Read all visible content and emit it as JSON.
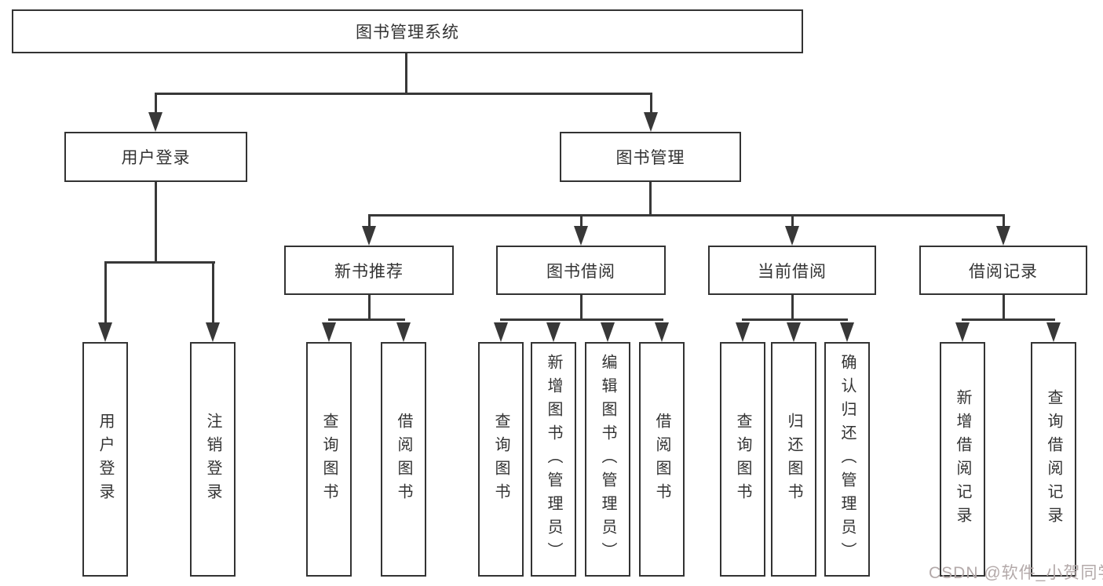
{
  "tree": {
    "label": "图书管理系统",
    "children": [
      {
        "label": "用户登录",
        "children": [
          {
            "label": "用户登录"
          },
          {
            "label": "注销登录"
          }
        ]
      },
      {
        "label": "图书管理",
        "children": [
          {
            "label": "新书推荐",
            "children": [
              {
                "label": "查询图书"
              },
              {
                "label": "借阅图书"
              }
            ]
          },
          {
            "label": "图书借阅",
            "children": [
              {
                "label": "查询图书"
              },
              {
                "label": "新增图书（管理员）"
              },
              {
                "label": "编辑图书（管理员）"
              },
              {
                "label": "借阅图书"
              }
            ]
          },
          {
            "label": "当前借阅",
            "children": [
              {
                "label": "查询图书"
              },
              {
                "label": "归还图书"
              },
              {
                "label": "确认归还（管理员）"
              }
            ]
          },
          {
            "label": "借阅记录",
            "children": [
              {
                "label": "新增借阅记录"
              },
              {
                "label": "查询借阅记录"
              }
            ]
          }
        ]
      }
    ]
  },
  "watermark": "CSDN @软件_小贺同学",
  "colors": {
    "line": "#383838",
    "box_border": "#333333",
    "text": "#333333",
    "background": "#ffffff",
    "watermark": "#b3a9a9"
  }
}
